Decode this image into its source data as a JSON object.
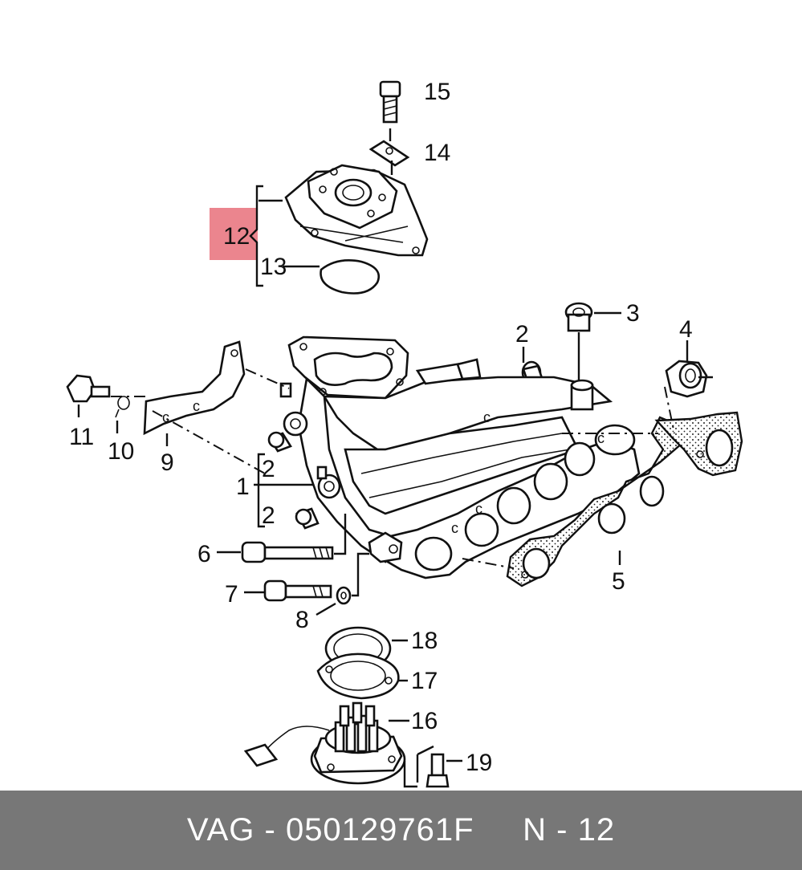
{
  "callouts": {
    "c1": "1",
    "c2a": "2",
    "c2b": "2",
    "c2c": "2",
    "c3": "3",
    "c4": "4",
    "c5": "5",
    "c6": "6",
    "c7": "7",
    "c8": "8",
    "c9": "9",
    "c10": "10",
    "c11": "11",
    "c12": "12",
    "c13": "13",
    "c14": "14",
    "c15": "15",
    "c16": "16",
    "c17": "17",
    "c18": "18",
    "c19": "19"
  },
  "highlight": {
    "color": "#e8707a",
    "target": "12"
  },
  "footer": {
    "text": "VAG - 050129761F     N - 12",
    "background": "#777777",
    "color": "#ffffff"
  }
}
